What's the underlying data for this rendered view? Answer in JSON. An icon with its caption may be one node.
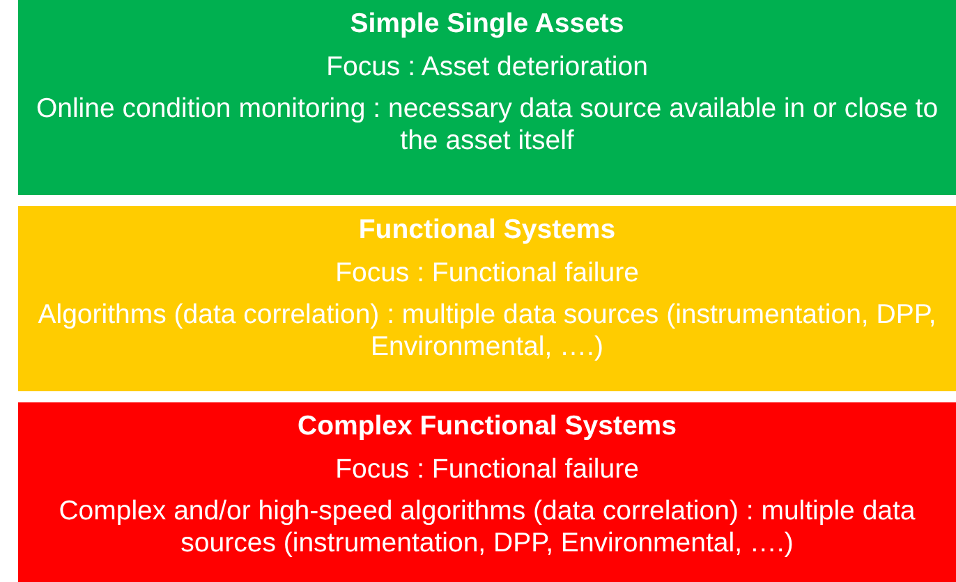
{
  "diagram": {
    "nodes": [
      {
        "text": [
          "Simple Single Assets",
          "Focus : Asset deterioration",
          "Online condition monitoring : necessary data source available in or close to the asset itself"
        ]
      },
      {
        "text": [
          "Functional Systems",
          "Focus : Functional failure",
          "Algorithms (data correlation) : multiple data sources (instrumentation, DPP, Environmental, ….)"
        ]
      },
      {
        "text": [
          "Complex Functional Systems",
          "Focus : Functional failure",
          "Complex and/or high-speed algorithms (data correlation) : multiple data sources (instrumentation, DPP, Environmental, ….)"
        ]
      }
    ],
    "edges": []
  }
}
